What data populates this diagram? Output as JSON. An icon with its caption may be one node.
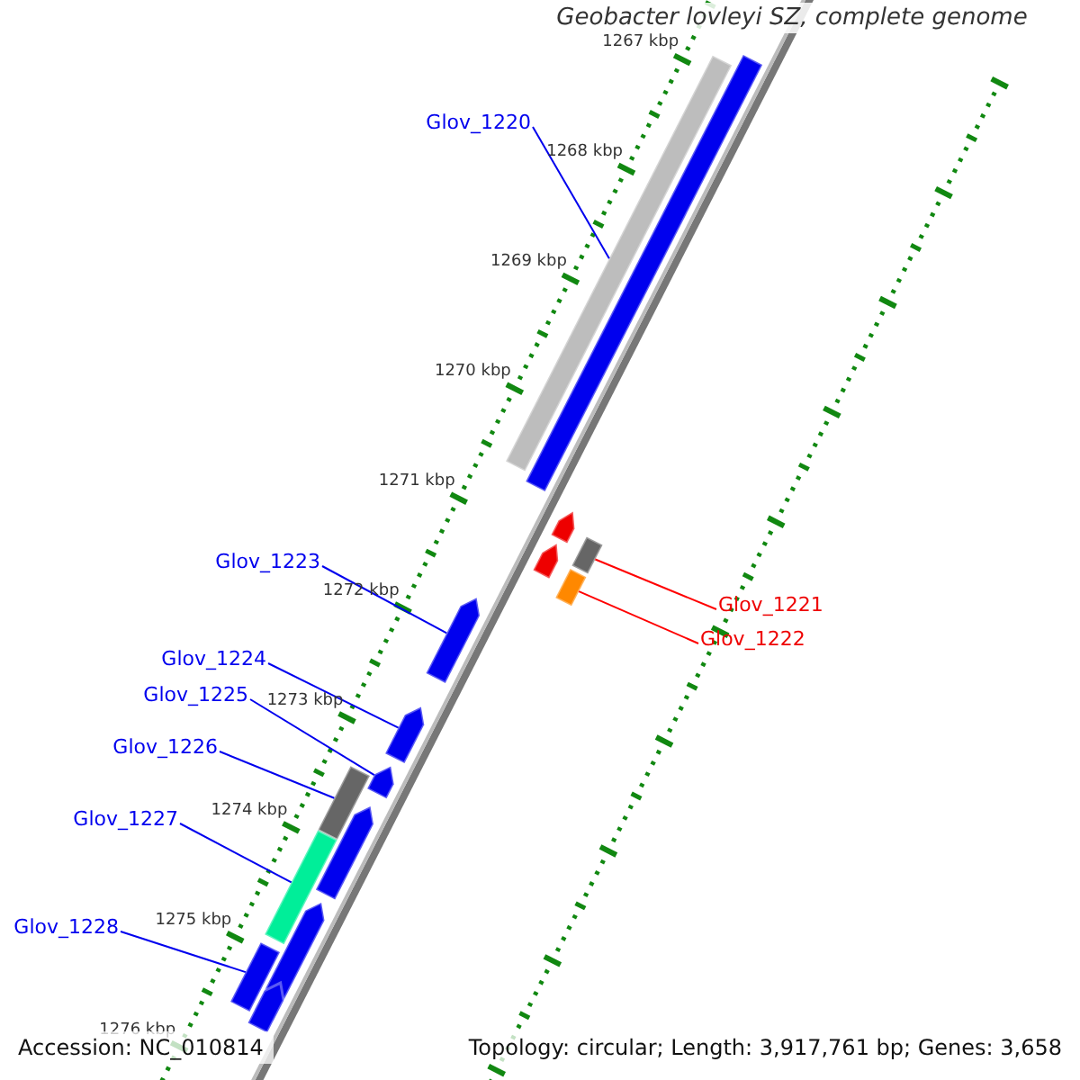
{
  "diagram": {
    "title": "Geobacter lovleyi SZ, complete genome",
    "nodes": [
      {
        "text": [
          "Glov_1220"
        ]
      },
      {
        "text": [
          "Glov_1223"
        ]
      },
      {
        "text": [
          "Glov_1221"
        ]
      },
      {
        "text": [
          "Glov_1222"
        ]
      },
      {
        "text": [
          "Glov_1224"
        ]
      },
      {
        "text": [
          "Glov_1225"
        ]
      },
      {
        "text": [
          "Glov_1226"
        ]
      },
      {
        "text": [
          "Glov_1227"
        ]
      },
      {
        "text": [
          "Glov_1228"
        ]
      },
      {
        "text": [],
        "shape": "bar"
      },
      {
        "text": [],
        "shape": "bar"
      },
      {
        "text": [],
        "shape": "pentagon"
      },
      {
        "text": [],
        "shape": "bar"
      },
      {
        "text": [],
        "shape": "pentagon"
      },
      {
        "text": [],
        "shape": "bar"
      },
      {
        "text": [],
        "shape": "pentagon"
      },
      {
        "text": [],
        "shape": "pentagon"
      },
      {
        "text": [],
        "shape": "pentagon"
      },
      {
        "text": [],
        "shape": "bar"
      },
      {
        "text": [],
        "shape": "pentagon"
      },
      {
        "text": [],
        "shape": "bar"
      },
      {
        "text": [],
        "shape": "pentagon"
      },
      {
        "text": [],
        "shape": "bar"
      },
      {
        "text": [],
        "shape": "pentagon"
      }
    ],
    "edges": [
      {
        "from": 0,
        "to": 9,
        "arrow": "none"
      },
      {
        "from": 1,
        "to": 15,
        "arrow": "none"
      },
      {
        "from": 2,
        "to": 12,
        "arrow": "none",
        "color": "#ff0000"
      },
      {
        "from": 3,
        "to": 14,
        "arrow": "none",
        "color": "#ff0000"
      },
      {
        "from": 4,
        "to": 16,
        "arrow": "none"
      },
      {
        "from": 5,
        "to": 17,
        "arrow": "none"
      },
      {
        "from": 6,
        "to": 18,
        "arrow": "none"
      },
      {
        "from": 7,
        "to": 20,
        "arrow": "none"
      },
      {
        "from": 8,
        "to": 22,
        "arrow": "none"
      }
    ],
    "labels": [
      "1267 kbp",
      "1268 kbp",
      "1269 kbp",
      "1270 kbp",
      "1271 kbp",
      "1272 kbp",
      "1273 kbp",
      "1274 kbp",
      "1275 kbp",
      "1276 kbp",
      "Accession: NC_010814",
      "Topology: circular; Length: 3,917,761 bp; Genes: 3,658"
    ]
  }
}
